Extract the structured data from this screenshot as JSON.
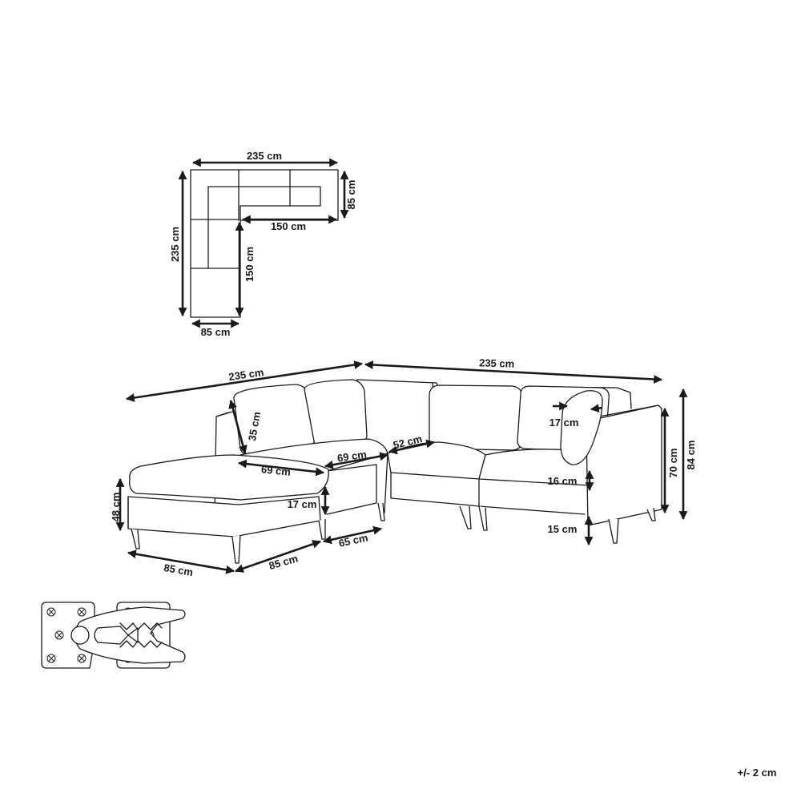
{
  "plan": {
    "top_width": "235 cm",
    "right_depth": "85 cm",
    "inner_top": "150 cm",
    "left_length": "235 cm",
    "inner_left": "150 cm",
    "bottom_depth": "85 cm"
  },
  "perspective": {
    "overall_left": "235 cm",
    "overall_right": "235 cm",
    "cushion_height": "35 cm",
    "pillow_width": "17 cm",
    "seat_depth_a": "69 cm",
    "seat_depth_b": "69 cm",
    "seat_depth_c": "52 cm",
    "seat_cushion": "16 cm",
    "back_height": "70 cm",
    "total_height": "84 cm",
    "ottoman_height": "48 cm",
    "ottoman_cushion": "17 cm",
    "leg_height": "15 cm",
    "ottoman_width": "85 cm",
    "ottoman_length": "85 cm",
    "module_width": "65 cm"
  },
  "tolerance": "+/- 2 cm",
  "colors": {
    "line": "#1a1a1a",
    "background": "#ffffff"
  }
}
